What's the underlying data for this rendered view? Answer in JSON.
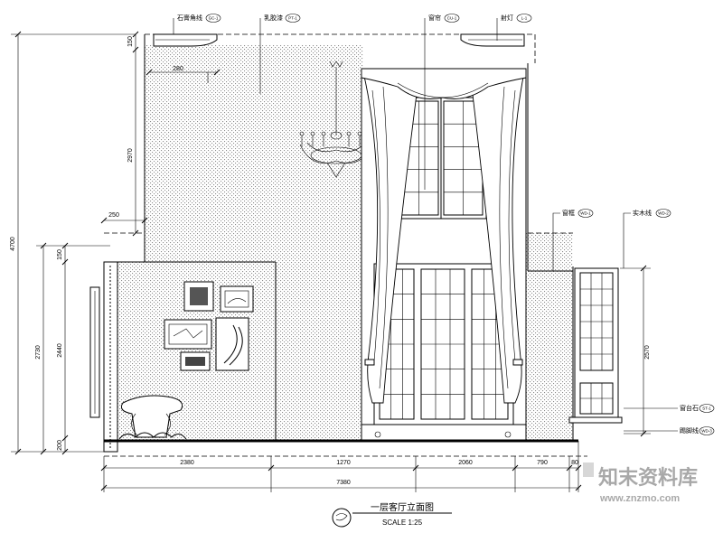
{
  "drawing": {
    "title": "一层客厅立面图",
    "scale": "SCALE 1:25"
  },
  "dimensions": {
    "overall_height": "4700",
    "upper_wall_height": "2970",
    "crown_height": "150",
    "crown_projection": "280",
    "soffit_depth": "250",
    "lower_overall_height": "2730",
    "top_band": "150",
    "wainscot_height": "2440",
    "skirting_height": "200",
    "right_window_height": "2570",
    "bottom": [
      "2380",
      "1270",
      "2060",
      "790",
      "80"
    ],
    "overall_width": "7380"
  },
  "callouts": {
    "top": [
      {
        "label": "石膏角线",
        "tag": "GC-1"
      },
      {
        "label": "乳胶漆",
        "tag": "PT-1"
      },
      {
        "label": "窗帘",
        "tag": "CU-1"
      },
      {
        "label": "射灯",
        "tag": "L-1"
      }
    ],
    "right": [
      {
        "label": "窗框",
        "tag": "WD-1"
      },
      {
        "label": "实木线",
        "tag": "WD-2"
      },
      {
        "label": "窗台石",
        "tag": "ST-1"
      },
      {
        "label": "踢脚线",
        "tag": "WD-3"
      }
    ]
  },
  "watermark": {
    "brand": "知末资料库",
    "url": "www.znzmo.com"
  }
}
